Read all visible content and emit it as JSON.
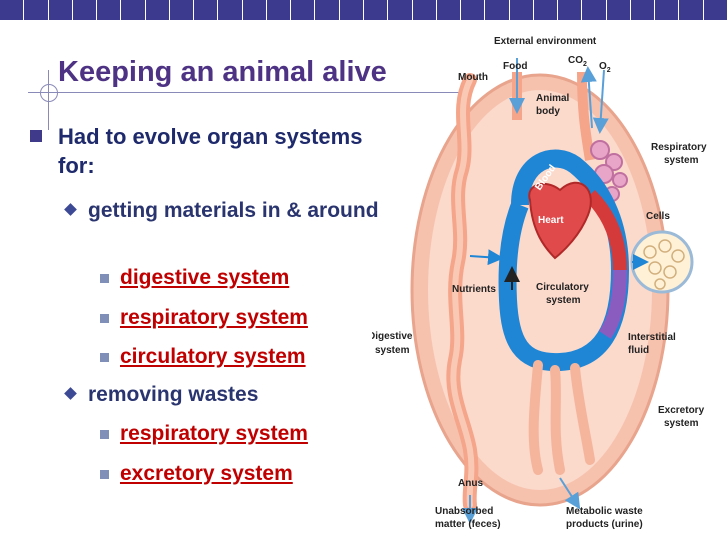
{
  "slide": {
    "title": "Keeping an animal alive",
    "bullet1": "Had to evolve organ systems for:",
    "sub1": {
      "label": "getting materials in & around",
      "items": [
        "digestive system",
        "respiratory system",
        "circulatory system"
      ]
    },
    "sub2": {
      "label": "removing wastes",
      "items": [
        "respiratory system",
        "excretory system"
      ]
    }
  },
  "figure": {
    "external_environment": "External environment",
    "food": "Food",
    "co2": "CO",
    "co2_sub": "2",
    "o2": "O",
    "o2_sub": "2",
    "mouth": "Mouth",
    "animal_body_1": "Animal",
    "animal_body_2": "body",
    "blood": "Blood",
    "heart": "Heart",
    "respiratory_1": "Respiratory",
    "respiratory_2": "system",
    "cells": "Cells",
    "nutrients": "Nutrients",
    "circulatory_1": "Circulatory",
    "circulatory_2": "system",
    "digestive_1": "Digestive",
    "digestive_2": "system",
    "interstitial_1": "Interstitial",
    "interstitial_2": "fluid",
    "excretory_1": "Excretory",
    "excretory_2": "system",
    "anus": "Anus",
    "unabsorbed_1": "Unabsorbed",
    "unabsorbed_2": "matter (feces)",
    "metabolic_1": "Metabolic waste",
    "metabolic_2": "products (urine)"
  },
  "colors": {
    "topbar": "#3b3a8e",
    "title": "#4e3384",
    "link": "#c00000",
    "blood": "#1f86d6"
  }
}
